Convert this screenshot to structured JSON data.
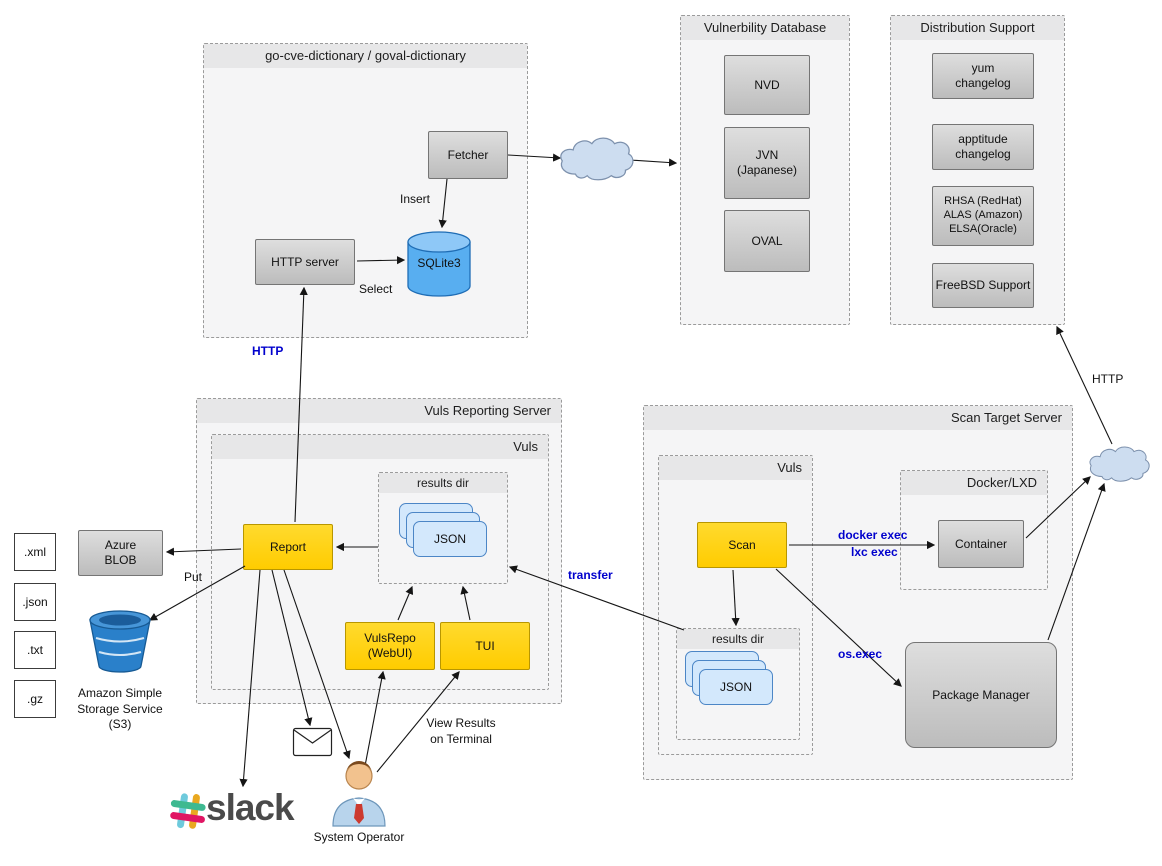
{
  "cve_dictionary": {
    "title": "go-cve-dictionary / goval-dictionary",
    "fetcher": "Fetcher",
    "http_server": "HTTP server",
    "sqlite": "SQLite3",
    "insert": "Insert",
    "select": "Select"
  },
  "vulnerability_database": {
    "title": "Vulnerbility Database",
    "nvd": "NVD",
    "jvn": "JVN\n(Japanese)",
    "oval": "OVAL"
  },
  "distribution_support": {
    "title": "Distribution Support",
    "yum": "yum\nchangelog",
    "apptitude": "apptitude\nchangelog",
    "rhsa": "RHSA (RedHat)\nALAS (Amazon)\nELSA(Oracle)",
    "freebsd": "FreeBSD Support"
  },
  "reporting_server": {
    "title": "Vuls Reporting Server",
    "vuls": "Vuls",
    "results_dir": "results dir",
    "json": "JSON",
    "report": "Report",
    "vulsrepo": "VulsRepo\n(WebUI)",
    "tui": "TUI",
    "http_label": "HTTP",
    "view_results": "View Results\non Terminal"
  },
  "scan_target": {
    "title": "Scan Target Server",
    "vuls": "Vuls",
    "scan": "Scan",
    "results_dir": "results dir",
    "json": "JSON",
    "docker": "Docker/LXD",
    "container": "Container",
    "package_manager": "Package Manager",
    "docker_exec": "docker exec",
    "lxc_exec": "lxc exec",
    "os_exec": "os.exec",
    "transfer": "transfer",
    "http_label": "HTTP"
  },
  "storage": {
    "azure": "Azure\nBLOB",
    "s3": "Amazon Simple\nStorage Service\n(S3)",
    "put": "Put",
    "file_types": [
      ".xml",
      ".json",
      ".txt",
      ".gz"
    ]
  },
  "notifications": {
    "slack": "slack",
    "operator": "System Operator"
  },
  "icons": {
    "cloud": "cloud-icon",
    "database_cylinder": "database-cylinder-icon",
    "s3_bucket": "s3-bucket-icon",
    "envelope": "envelope-icon",
    "operator": "person-icon",
    "slack_hash": "slack-hash-icon"
  },
  "colors": {
    "node_yellow": "#ffd20a",
    "node_gray": "#c9c9c9",
    "json_blue": "#d3e8fc",
    "edge_label_blue": "#0000cd"
  }
}
